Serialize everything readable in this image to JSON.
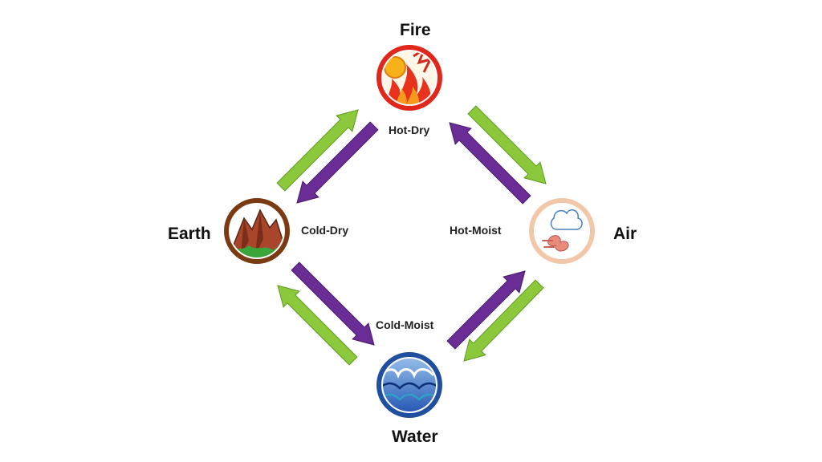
{
  "elements": {
    "fire": {
      "name": "Fire",
      "ring": "#e1261c",
      "icon": "fire-icon"
    },
    "earth": {
      "name": "Earth",
      "ring": "#7a3b12",
      "icon": "mountain-icon"
    },
    "air": {
      "name": "Air",
      "ring": "#f2c7a8",
      "icon": "wind-icon"
    },
    "water": {
      "name": "Water",
      "ring": "#1f4f9e",
      "icon": "wave-icon"
    }
  },
  "qualities": {
    "fire": "Hot-Dry",
    "earth": "Cold-Dry",
    "air": "Hot-Moist",
    "water": "Cold-Moist"
  },
  "colors": {
    "green_arrow": "#8cc83c",
    "green_arrow_edge": "#5e9a1f",
    "purple_arrow": "#6a2c95",
    "purple_arrow_edge": "#4a1c6c"
  }
}
